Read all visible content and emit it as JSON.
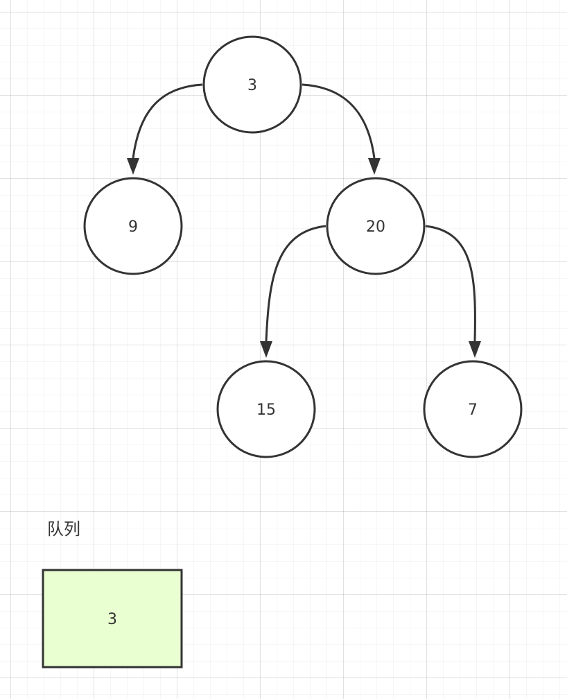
{
  "tree": {
    "nodes": [
      {
        "id": "n3",
        "label": "3"
      },
      {
        "id": "n9",
        "label": "9"
      },
      {
        "id": "n20",
        "label": "20"
      },
      {
        "id": "n15",
        "label": "15"
      },
      {
        "id": "n7",
        "label": "7"
      }
    ],
    "edges": [
      {
        "from": "n3",
        "to": "n9"
      },
      {
        "from": "n3",
        "to": "n20"
      },
      {
        "from": "n20",
        "to": "n15"
      },
      {
        "from": "n20",
        "to": "n7"
      }
    ]
  },
  "queue": {
    "title": "队列",
    "items": [
      "3"
    ]
  },
  "colors": {
    "stroke": "#333333",
    "queue_fill": "#e9ffd2",
    "background": "#ffffff"
  }
}
